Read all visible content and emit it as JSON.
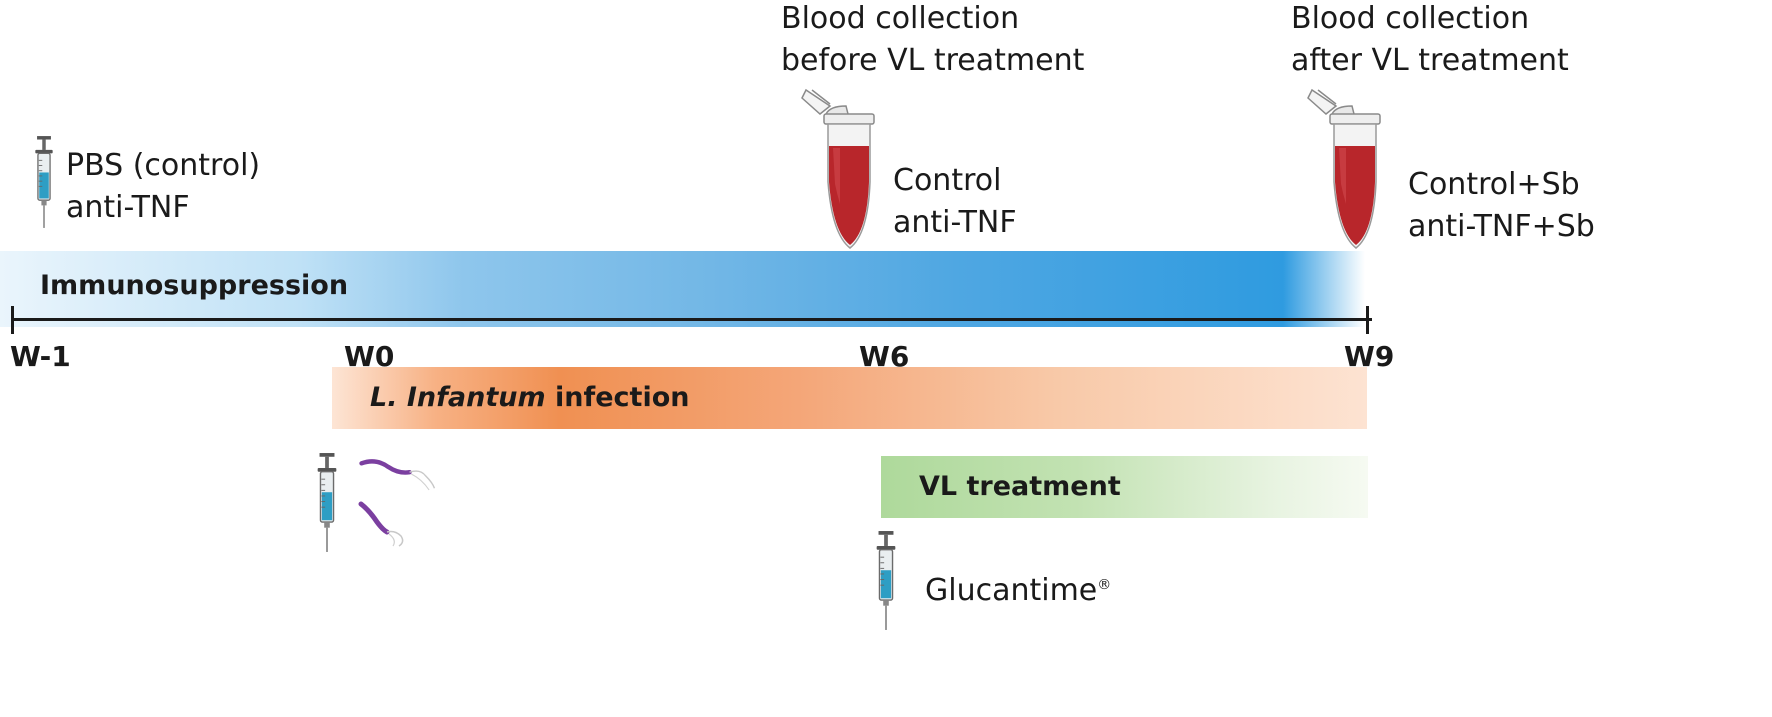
{
  "timeline": {
    "ticks": [
      "W-1",
      "W0",
      "W6",
      "W9"
    ]
  },
  "bars": {
    "immunosuppression": "Immunosuppression",
    "infection_italic": "L. Infantum",
    "infection_rest": " infection",
    "treatment": "VL treatment"
  },
  "annotations": {
    "pre": {
      "line1": "PBS (control)",
      "line2": "anti-TNF"
    },
    "blood_before": {
      "title1": "Blood collection",
      "title2": "before VL treatment",
      "line1": "Control",
      "line2": "anti-TNF"
    },
    "blood_after": {
      "title1": "Blood collection",
      "title2": "after VL treatment",
      "line1": "Control+Sb",
      "line2": "anti-TNF+Sb"
    },
    "drug": {
      "name": "Glucantime",
      "mark": "®"
    }
  },
  "colors": {
    "immunosuppression": "#2f9be0",
    "infection": "#f09052",
    "treatment": "#aed99b",
    "blood": "#b8262b",
    "parasite": "#7b3fa0",
    "syringe_fluid": "#2e9ec4"
  },
  "icons": [
    "syringe-icon",
    "parasite-icon",
    "blood-tube-icon"
  ]
}
